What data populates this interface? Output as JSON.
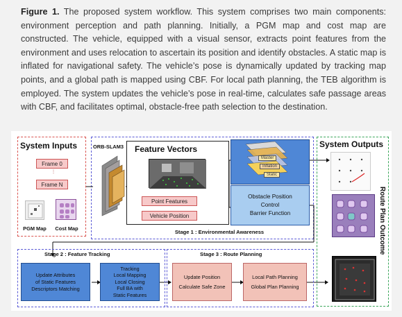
{
  "caption": {
    "label": "Figure 1.",
    "text": " The proposed system workflow. This system comprises two main components: environment perception and path planning. Initially, a PGM map and cost map are constructed. The vehicle, equipped with a visual sensor, extracts point features from the environment and uses relocation to ascertain its position and identify obstacles. A static map is inflated for navigational safety. The vehicle’s pose is dynamically updated by tracking map points, and a global path is mapped using CBF. For local path planning, the TEB algorithm is employed. The system updates the vehicle’s pose in real-time, calculates safe passage areas with CBF, and facilitates optimal, obstacle-free path selection to the destination."
  },
  "inputs": {
    "title": "System Inputs",
    "frame0": "Frame 0",
    "frameN": "Frame N",
    "pgm": "PGM Map",
    "cost": "Cost Map"
  },
  "orb": "ORB-SLAM3",
  "feature": {
    "title": "Feature Vectors",
    "point": "Point Features",
    "vehicle": "Vehicle Position"
  },
  "layers": [
    "Master",
    "Inflation",
    "Static"
  ],
  "obstacle": {
    "line1": "Obstacle Position",
    "line2": "Control",
    "line3": "Barrier Function"
  },
  "stage1": "Stage 1 : Environmental Awareness",
  "stage2": {
    "title": "Stage 2 : Feature Tracking",
    "box1": [
      "Update Attributes",
      "of Static Features",
      "Descriptors Matching"
    ],
    "box2": [
      "Tracking",
      "Local Mapping",
      "Local Closing",
      "Full BA with",
      "Static Features"
    ]
  },
  "stage3": {
    "title": "Stage 3 : Route Planning",
    "box1": [
      "Update Position",
      "Calculate Safe Zone"
    ],
    "box2": [
      "Local Path Planning",
      "Global Plan Planning"
    ]
  },
  "outputs": {
    "title": "System Outputs",
    "side": "Route Plan Outcome"
  },
  "colors": {
    "red_dash": "#d9534f",
    "blue_dash": "#5b5bd6",
    "green_dash": "#3aa55a",
    "pink": "#f7c9c9",
    "blue": "#4f87d6",
    "light_blue": "#a9cdf0"
  }
}
